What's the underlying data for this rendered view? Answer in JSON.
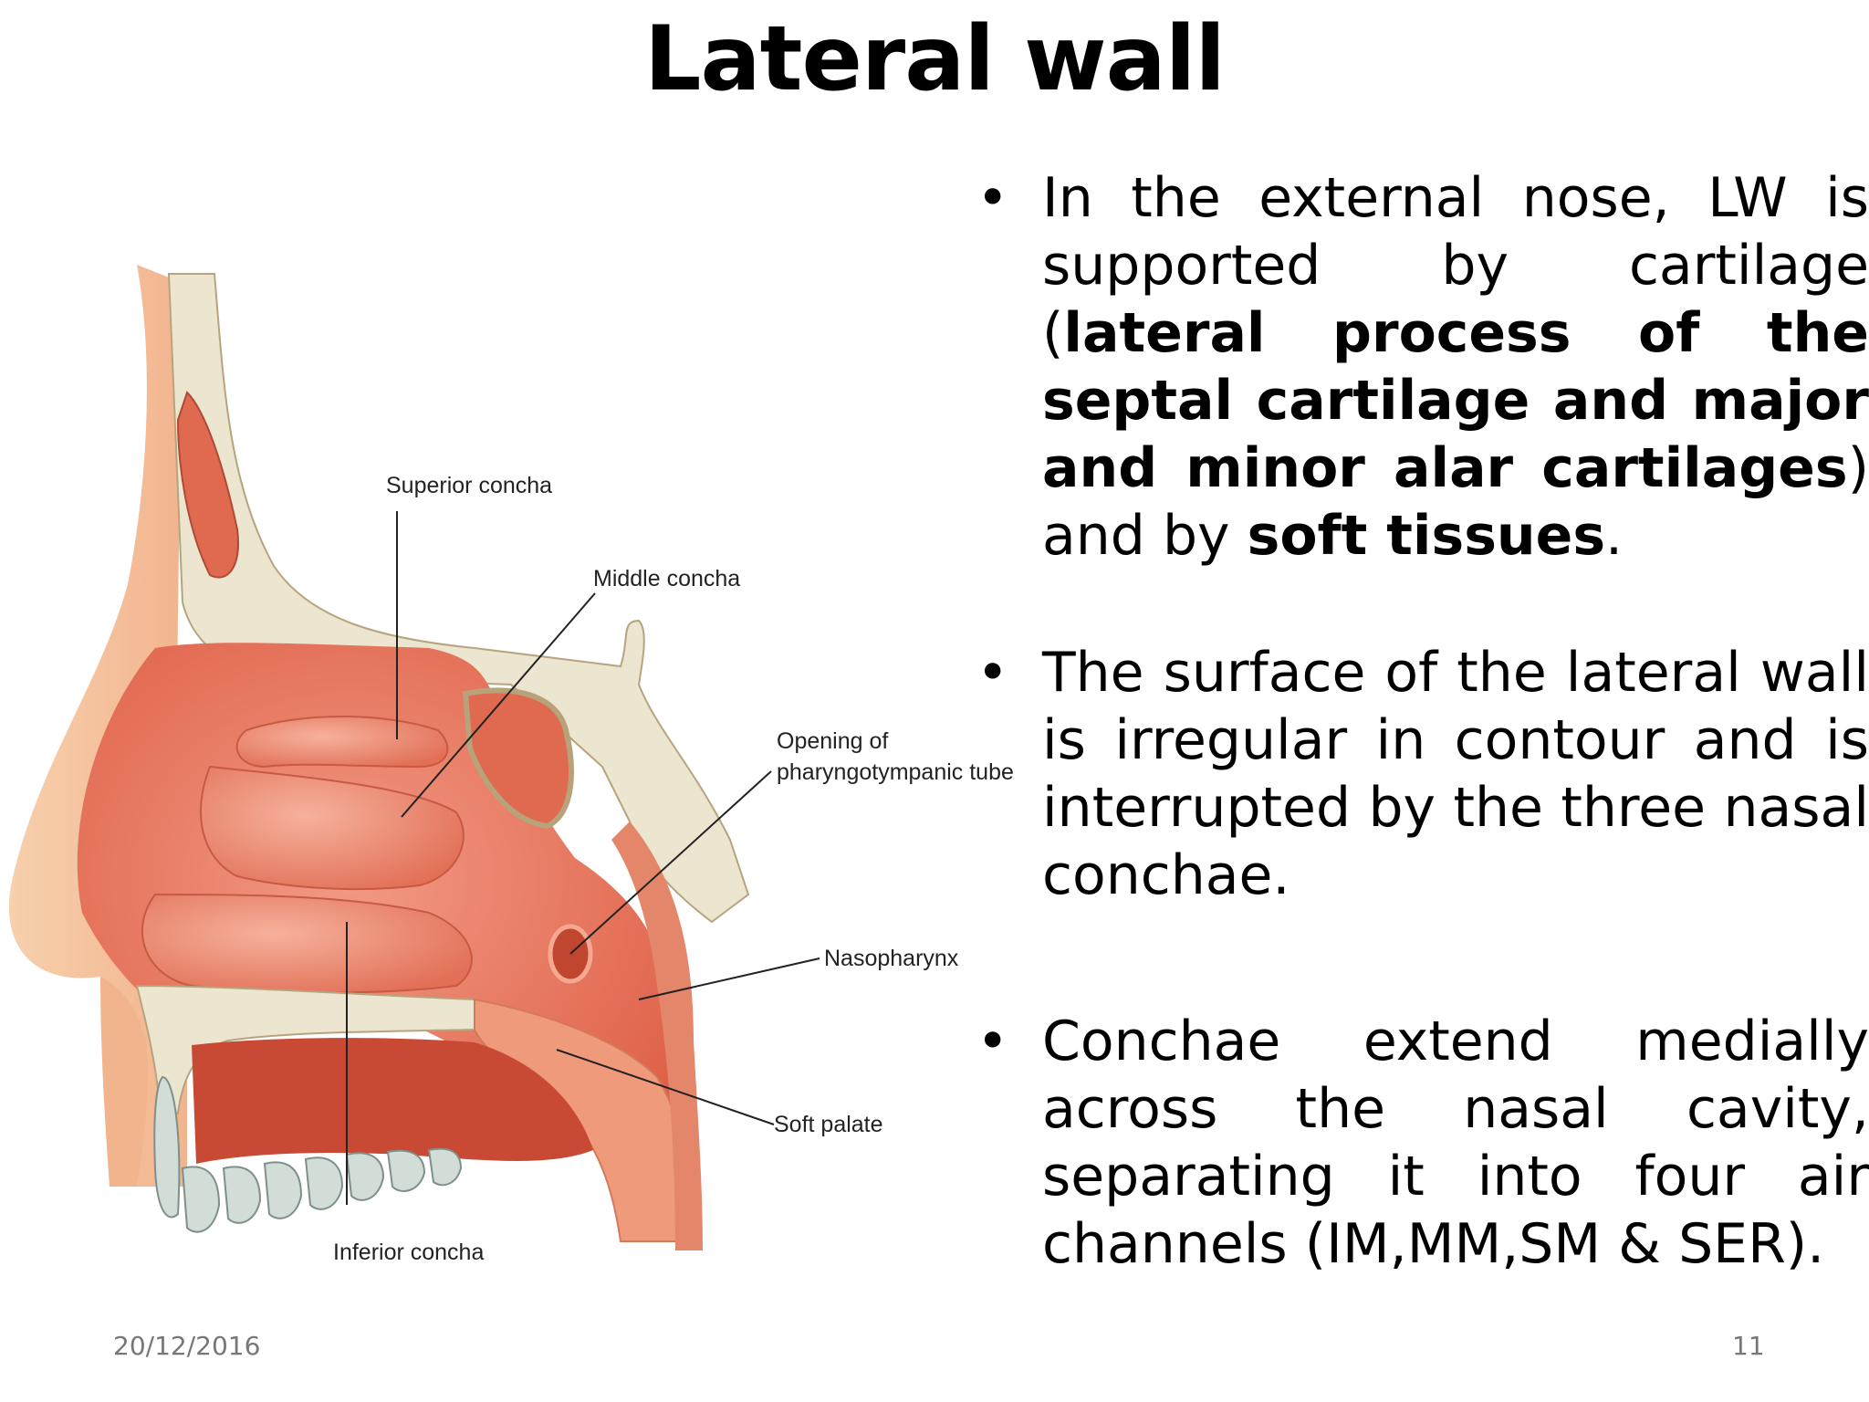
{
  "slide": {
    "title": "Lateral wall",
    "date": "20/12/2016",
    "page_number": "11"
  },
  "figure": {
    "labels": {
      "superior_concha": "Superior concha",
      "middle_concha": "Middle concha",
      "opening_line1": "Opening of",
      "opening_line2": "pharyngotympanic tube",
      "nasopharynx": "Nasopharynx",
      "soft_palate": "Soft palate",
      "inferior_concha": "Inferior concha"
    },
    "colors": {
      "tissue": "#e8755d",
      "bone": "#ece5cf",
      "skin": "#f5c29c",
      "tooth": "#d2ddd7"
    }
  },
  "bullets": [
    {
      "p1": "In the external nose, LW is supported by cartilage (",
      "b1": "lateral process of the septal cartilage and major and minor alar cartilages",
      "p2": ") and by ",
      "b2": "soft tissues",
      "p3": "."
    },
    {
      "text": "The surface of the lateral wall is irregular in contour and is interrupted by the three nasal conchae."
    },
    {
      "text": "Conchae extend medially across the nasal cavity, separating it into four air channels (IM,MM,SM & SER)."
    }
  ]
}
